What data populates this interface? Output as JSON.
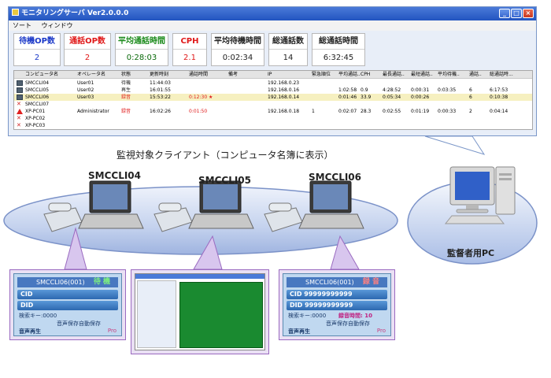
{
  "window": {
    "title": "モニタリングサーバ Ver2.0.0.0",
    "menu": [
      "ソート",
      "ウィンドウ"
    ],
    "buttons": {
      "min": "_",
      "max": "□",
      "close": "×"
    }
  },
  "stats": [
    {
      "label": "待機OP数",
      "value": "2",
      "label_color": "blue",
      "value_color": "blue"
    },
    {
      "label": "通話OP数",
      "value": "2",
      "label_color": "red",
      "value_color": "red"
    },
    {
      "label": "平均通話時間",
      "value": "0:28:03",
      "label_color": "green",
      "value_color": "green"
    },
    {
      "label": "CPH",
      "value": "2.1",
      "label_color": "red",
      "value_color": "red"
    },
    {
      "label": "平均待機時間",
      "value": "0:02:34",
      "label_color": "black",
      "value_color": "black"
    },
    {
      "label": "総通話数",
      "value": "14",
      "label_color": "black",
      "value_color": "black"
    },
    {
      "label": "総通話時間",
      "value": "6:32:45",
      "label_color": "black",
      "value_color": "black"
    }
  ],
  "table": {
    "headers": [
      "コンピュータ名",
      "オペレータ名",
      "状態",
      "更新時刻",
      "通話時間",
      "備考",
      "IP",
      "緊急順位",
      "平均通話..",
      "CPH",
      "最長通話..",
      "最短通話..",
      "平均待機..",
      "通話..",
      "総通話時..."
    ],
    "rows": [
      {
        "icon": "pc-icon",
        "cells": [
          "SMCCLI04",
          "User01",
          "待機",
          "11:44:03",
          "",
          "",
          "192.168.0.23",
          "",
          "",
          "",
          "",
          "",
          "",
          "",
          ""
        ],
        "status_color": "#222"
      },
      {
        "icon": "pc-icon",
        "cells": [
          "SMCCLI05",
          "User02",
          "再生",
          "16:01:55",
          "",
          "",
          "192.168.0.16",
          "",
          "1:02:58",
          "0.9",
          "4:28:52",
          "0:00:31",
          "0:03:35",
          "6",
          "6:17:53"
        ],
        "status_color": "#222"
      },
      {
        "icon": "pc-icon",
        "cells": [
          "SMCCLI06",
          "User03",
          "録音",
          "15:53:22",
          "0:12:30 ★",
          "",
          "192.168.0.14",
          "",
          "0:01:46",
          "33.9",
          "0:05:34",
          "0:00:26",
          "",
          "6",
          "0:10:38"
        ],
        "status_color": "#e01818",
        "selected": true
      },
      {
        "icon": "disconnected-icon",
        "cells": [
          "SMCCLI07",
          "",
          "",
          "",
          "",
          "",
          "",
          "",
          "",
          "",
          "",
          "",
          "",
          "",
          ""
        ],
        "status_color": "#222"
      },
      {
        "icon": "alert-icon",
        "cells": [
          "XP-PC01",
          "Administrator",
          "録音",
          "16:02:26",
          "0:01:50",
          "",
          "192.168.0.18",
          "1",
          "0:02:07",
          "28.3",
          "0:02:55",
          "0:01:19",
          "0:00:33",
          "2",
          "0:04:14"
        ],
        "status_color": "#e01818"
      },
      {
        "icon": "disconnected-icon",
        "cells": [
          "XP-PC02",
          "",
          "",
          "",
          "",
          "",
          "",
          "",
          "",
          "",
          "",
          "",
          "",
          "",
          ""
        ],
        "status_color": "#222"
      },
      {
        "icon": "disconnected-icon",
        "cells": [
          "XP-PC03",
          "",
          "",
          "",
          "",
          "",
          "",
          "",
          "",
          "",
          "",
          "",
          "",
          "",
          ""
        ],
        "status_color": "#222"
      }
    ]
  },
  "caption": "監視対象クライアント（コンピュータ名簿に表示）",
  "clients": [
    "SMCCLI04",
    "SMCCLI05",
    "SMCCLI06"
  ],
  "supervisor_label": "監督者用PC",
  "panel_left": {
    "title": "SMCCLI06(001)",
    "status": "待 機",
    "cid_label": "CID",
    "cid_value": "",
    "did_label": "DID",
    "did_value": "",
    "search": "検索キー:0000",
    "autosave": "音声保存自動保存",
    "play": "音声再生",
    "pro": "Pro"
  },
  "panel_right": {
    "title": "SMCCLI06(001)",
    "status": "録 音",
    "cid_label": "CID",
    "cid_value": "99999999999",
    "did_label": "DID",
    "did_value": "99999999999",
    "search": "検索キー:0000",
    "rec_time": "録音時間: 10",
    "autosave": "音声保存自動保存",
    "play": "音声再生",
    "pro": "Pro"
  }
}
